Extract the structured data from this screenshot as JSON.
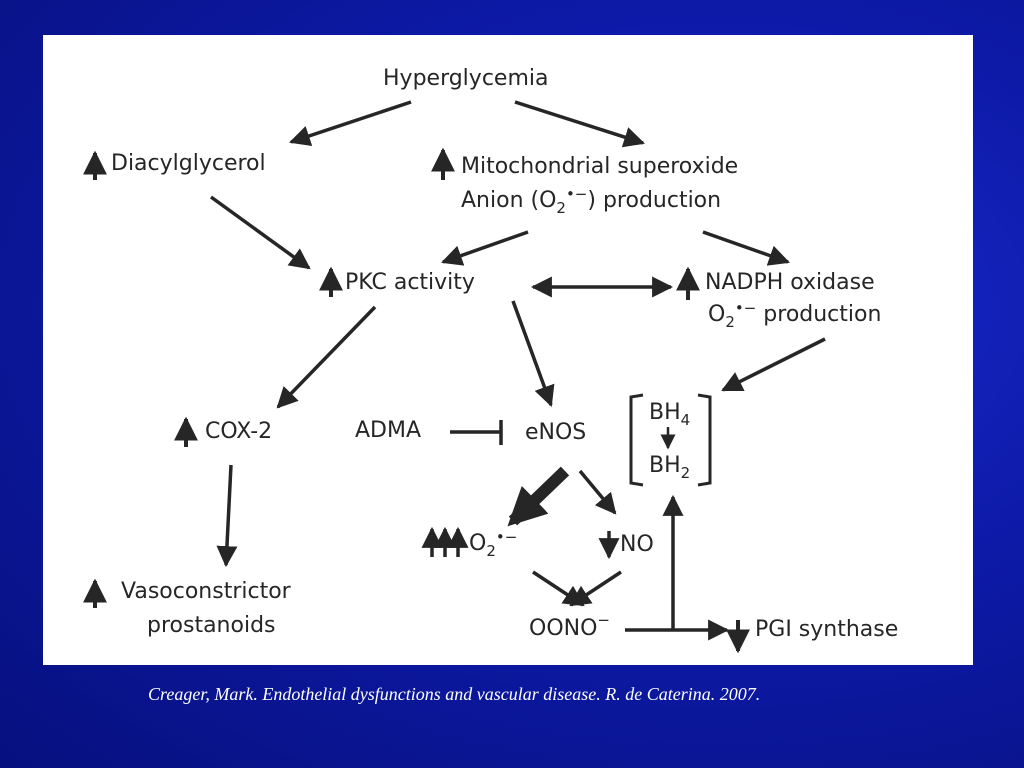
{
  "nodes": {
    "hyperglycemia": "Hyperglycemia",
    "diacylglycerol": "Diacylglycerol",
    "mito_line1": "Mitochondrial superoxide",
    "mito_line2_pre": "Anion (O",
    "mito_line2_sub": "2",
    "mito_line2_sup": "•−",
    "mito_line2_post": ") production",
    "pkc": "PKC activity",
    "nadph_line1": "NADPH oxidase",
    "nadph_line2_pre": "O",
    "nadph_line2_sub": "2",
    "nadph_line2_sup": "•−",
    "nadph_line2_post": " production",
    "cox2": "COX-2",
    "adma": "ADMA",
    "enos": "eNOS",
    "bh4_pre": "BH",
    "bh4_sub": "4",
    "bh2_pre": "BH",
    "bh2_sub": "2",
    "superoxide_pre": "O",
    "superoxide_sub": "2",
    "superoxide_sup": "•−",
    "no": "NO",
    "vaso_line1": "Vasoconstrictor",
    "vaso_line2": "prostanoids",
    "oono_pre": "OONO",
    "oono_sup": "−",
    "pgi": "PGI synthase"
  },
  "caption": "Creager, Mark. Endothelial dysfunctions and vascular disease. R. de Caterina. 2007.",
  "colors": {
    "background": "#0d1aa8",
    "panel": "#ffffff",
    "ink": "#262626",
    "caption": "#ffffff"
  }
}
